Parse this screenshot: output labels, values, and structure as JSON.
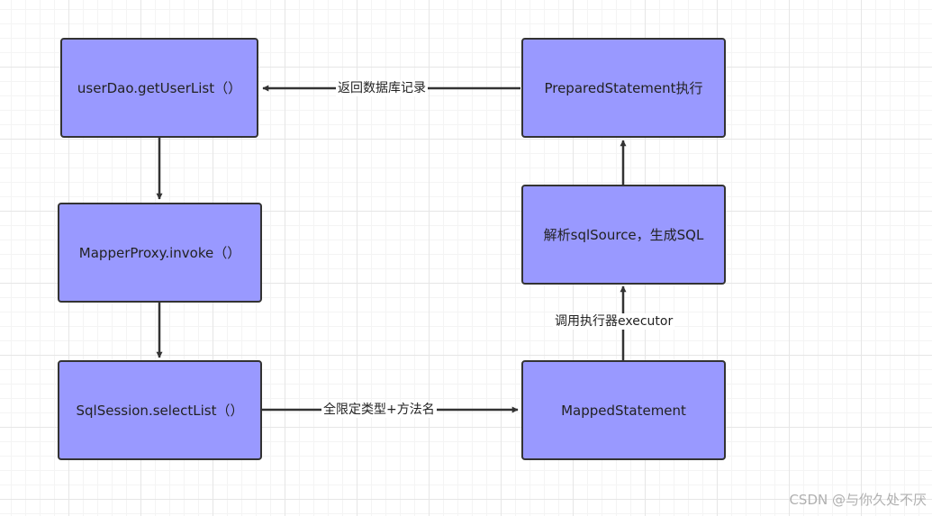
{
  "nodes": {
    "user_dao": "userDao.getUserList（）",
    "mapper_proxy": "MapperProxy.invoke（）",
    "sql_session": "SqlSession.selectList（）",
    "mapped_statement": "MappedStatement",
    "parse_sql": "解析sqlSource，生成SQL",
    "prepared_statement": "PreparedStatement执行"
  },
  "edges": {
    "return_records": "返回数据库记录",
    "full_type_method": "全限定类型+方法名",
    "call_executor": "调用执行器executor"
  },
  "watermark": "CSDN @与你久处不厌",
  "colors": {
    "node_fill": "#9999ff",
    "node_border": "#333333",
    "edge": "#333333"
  }
}
